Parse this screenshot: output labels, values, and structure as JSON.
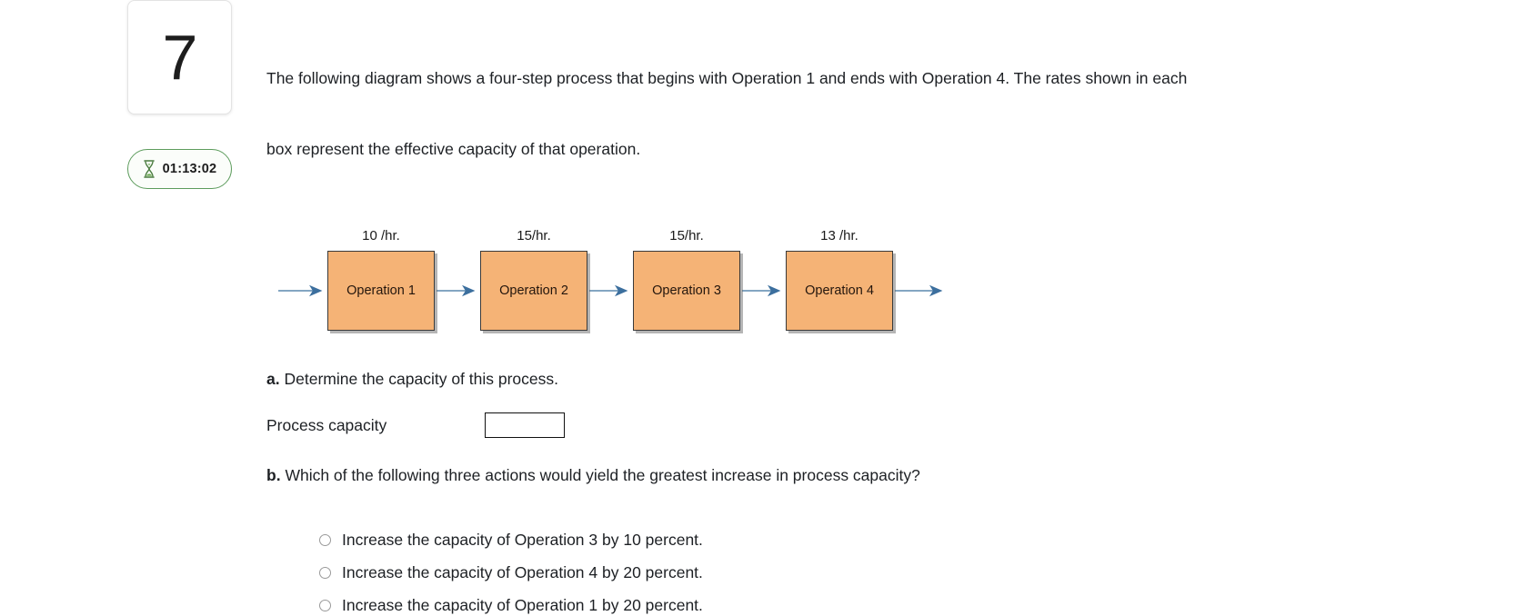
{
  "question": {
    "number": "7",
    "timer": "01:13:02",
    "timer_icon": "hourglass-icon",
    "stem_line_1": "The following diagram shows a four-step process that begins with Operation 1 and ends with Operation 4. The rates shown in each",
    "stem_line_2": "box represent the effective capacity of that operation."
  },
  "diagram": {
    "type": "process-flow",
    "steps": [
      {
        "label": "Operation 1",
        "rate": "10 /hr."
      },
      {
        "label": "Operation 2",
        "rate": "15/hr."
      },
      {
        "label": "Operation 3",
        "rate": "15/hr."
      },
      {
        "label": "Operation 4",
        "rate": "13 /hr."
      }
    ],
    "box_fill": "#f5b376",
    "box_border": "#3a3a3a",
    "arrow_color": "#3c6f9e"
  },
  "part_a": {
    "marker": "a.",
    "prompt": "Determine the capacity of this process.",
    "field_label": "Process capacity",
    "field_value": "",
    "field_placeholder": ""
  },
  "part_b": {
    "marker": "b.",
    "prompt": "Which of the following three actions would yield the greatest increase in process capacity?",
    "options": [
      "Increase the capacity of Operation 3 by 10 percent.",
      "Increase the capacity of Operation 4 by 20 percent.",
      "Increase the capacity of Operation 1 by 20 percent."
    ],
    "selected": null
  }
}
